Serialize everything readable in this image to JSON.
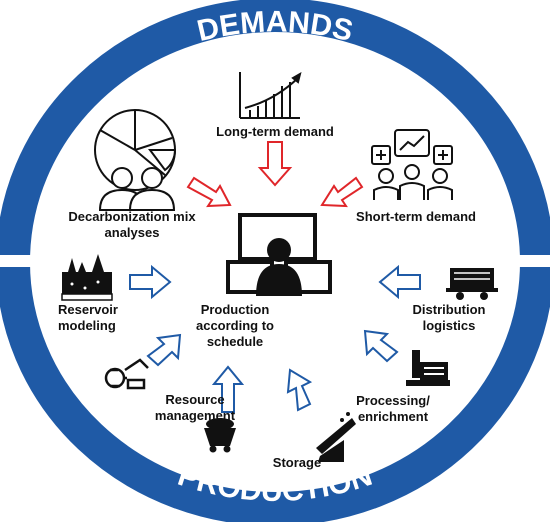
{
  "bands": {
    "top": "DEMANDS",
    "bottom": "PRODUCTION"
  },
  "labels": {
    "long_term_demand": "Long-term demand",
    "short_term_demand": "Short-term demand",
    "decarbonization": [
      "Decarbonization mix",
      "analyses"
    ],
    "reservoir": [
      "Reservoir",
      "modeling"
    ],
    "production": [
      "Production",
      "according to",
      "schedule"
    ],
    "distribution": [
      "Distribution",
      "logistics"
    ],
    "resource": [
      "Resource",
      "management"
    ],
    "processing": [
      "Processing/",
      "enrichment"
    ],
    "storage": "Storage"
  },
  "colors": {
    "ring": "#1f5aa6",
    "red_arrow": "#e0262a",
    "blue_arrow": "#1f5aa6",
    "icon": "#111111"
  },
  "icons": [
    "growth-chart-icon",
    "pie-chart-icon",
    "people-icon",
    "team-discussion-icon",
    "operator-monitor-icon",
    "soil-layers-icon",
    "freight-wagon-icon",
    "excavator-icon",
    "factory-icon",
    "mine-cart-icon",
    "conveyor-belt-icon"
  ]
}
